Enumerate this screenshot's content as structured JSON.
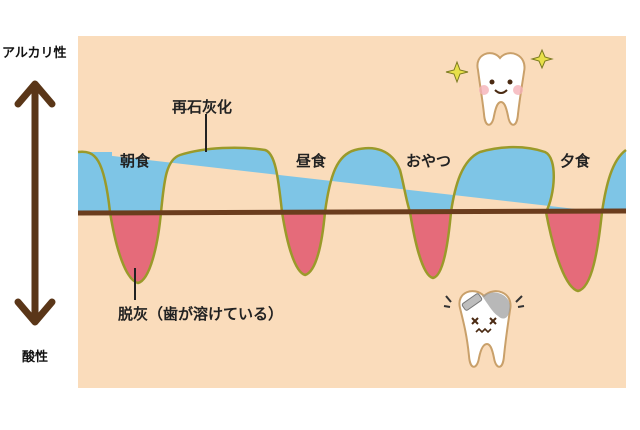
{
  "axis": {
    "top_label": "アルカリ性",
    "bottom_label": "酸性"
  },
  "meals": [
    "朝食",
    "昼食",
    "おやつ",
    "夕食"
  ],
  "annotations": {
    "remineralization": "再石灰化",
    "demineralization": "脱灰（歯が溶けている）"
  },
  "colors": {
    "background_panel": "#fadcbb",
    "alkaline_fill": "#7ec5e6",
    "acid_fill": "#e56b7a",
    "outline": "#9a9a2a",
    "baseline": "#6b3d1d",
    "arrow": "#5a3618"
  },
  "icons": [
    "happy-tooth-icon",
    "sparkle-icon",
    "sad-tooth-icon"
  ]
}
